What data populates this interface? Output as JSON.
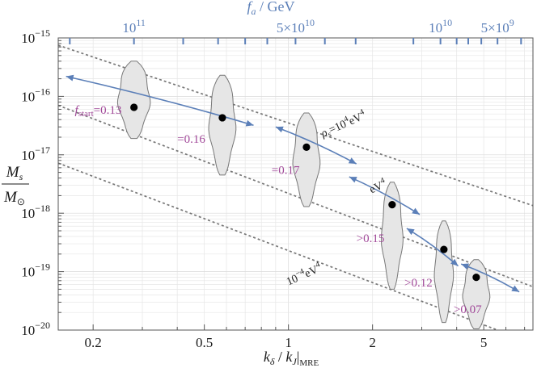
{
  "chart_data": {
    "type": "scatter",
    "x_scale": "log",
    "y_scale": "log",
    "xlim": [
      0.15,
      7.5
    ],
    "ylim": [
      1e-20,
      1e-15
    ],
    "grid": true,
    "xlabel": "kδ / kJ|MRE",
    "xlabel_parts": {
      "main": "k",
      "sub1": "δ",
      "slash": " / ",
      "k2": "k",
      "sub2": "J",
      "bar": "|",
      "sub3": "MRE"
    },
    "ylabel_parts": {
      "numer": "M",
      "numer_sub": "s",
      "denom": "M",
      "denom_sub": "⊙"
    },
    "top_axis_title": "fa / GeV",
    "top_axis_title_parts": {
      "f": "f",
      "sub": "a",
      "unit": " / GeV"
    },
    "x_ticks": [
      {
        "value": 0.2,
        "label": "0.2"
      },
      {
        "value": 0.5,
        "label": "0.5"
      },
      {
        "value": 1,
        "label": "1"
      },
      {
        "value": 2,
        "label": "2"
      },
      {
        "value": 5,
        "label": "5"
      }
    ],
    "y_ticks": [
      {
        "value": 1e-20,
        "base": "10",
        "exp": "−20"
      },
      {
        "value": 1e-19,
        "base": "10",
        "exp": "−19"
      },
      {
        "value": 1e-18,
        "base": "10",
        "exp": "−18"
      },
      {
        "value": 1e-17,
        "base": "10",
        "exp": "−17"
      },
      {
        "value": 1e-16,
        "base": "10",
        "exp": "−16"
      },
      {
        "value": 1e-15,
        "base": "10",
        "exp": "−15"
      }
    ],
    "top_tick_marks_x": [
      0.165,
      0.28,
      0.42,
      0.56,
      0.7,
      0.84,
      1.06,
      1.35,
      1.74,
      2.8,
      3.5,
      4.0,
      4.4,
      4.9,
      5.6,
      6.8
    ],
    "top_tick_labels": [
      {
        "x": 0.28,
        "base": "10",
        "exp": "11",
        "text": ""
      },
      {
        "x": 1.06,
        "base": "",
        "exp": "10",
        "text": "5×10"
      },
      {
        "x": 3.5,
        "base": "10",
        "exp": "10",
        "text": ""
      },
      {
        "x": 5.6,
        "base": "",
        "exp": "9",
        "text": "5×10"
      }
    ],
    "points": [
      {
        "x": 0.28,
        "y": 6.5e-17
      },
      {
        "x": 0.58,
        "y": 4.3e-17
      },
      {
        "x": 1.16,
        "y": 1.35e-17
      },
      {
        "x": 2.35,
        "y": 1.4e-18
      },
      {
        "x": 3.6,
        "y": 2.4e-19
      },
      {
        "x": 4.7,
        "y": 8e-20
      }
    ],
    "violins": [
      {
        "x": 0.28,
        "y_min": 1.9e-17,
        "y_max": 4e-16,
        "max_half_width_log": 0.06
      },
      {
        "x": 0.58,
        "y_min": 4.5e-18,
        "y_max": 2.3e-16,
        "max_half_width_log": 0.05
      },
      {
        "x": 1.16,
        "y_min": 1.3e-18,
        "y_max": 5.2e-17,
        "max_half_width_log": 0.05
      },
      {
        "x": 2.35,
        "y_min": 5e-20,
        "y_max": 3.4e-18,
        "max_half_width_log": 0.04
      },
      {
        "x": 3.6,
        "y_min": 1.35e-20,
        "y_max": 7.4e-19,
        "max_half_width_log": 0.035
      },
      {
        "x": 4.7,
        "y_min": 1.05e-20,
        "y_max": 1.6e-19,
        "max_half_width_log": 0.05
      }
    ],
    "arrow_segments": [
      {
        "from": [
          0.16,
          2.2e-16
        ],
        "to": [
          0.75,
          3.2e-17
        ]
      },
      {
        "from": [
          0.9,
          3e-17
        ],
        "to": [
          1.75,
          7e-18
        ]
      },
      {
        "from": [
          1.65,
          4.2e-18
        ],
        "to": [
          2.95,
          9.5e-19
        ]
      },
      {
        "from": [
          2.65,
          5.5e-19
        ],
        "to": [
          4.05,
          1.25e-19
        ]
      },
      {
        "from": [
          4.15,
          1.35e-19
        ],
        "to": [
          6.7,
          4.5e-20
        ]
      }
    ],
    "dashed_lines": [
      {
        "x": [
          0.15,
          7.5
        ],
        "y": [
          7.5e-16,
          1.35e-18
        ]
      },
      {
        "x": [
          0.15,
          7.5
        ],
        "y": [
          7e-17,
          5.5e-20
        ]
      },
      {
        "x": [
          0.15,
          5.6
        ],
        "y": [
          7.2e-18,
          1e-20
        ]
      }
    ],
    "annotations": [
      {
        "text": "f",
        "sub": "start",
        "tail": "=0.13",
        "x": 0.172,
        "y": 5e-17
      },
      {
        "text": "=0.16",
        "x": 0.4,
        "y": 1.6e-17
      },
      {
        "text": "=0.17",
        "x": 0.87,
        "y": 4.7e-18
      },
      {
        "text": ">0.15",
        "x": 1.75,
        "y": 3.2e-19
      },
      {
        "text": ">0.12",
        "x": 2.6,
        "y": 5.6e-20
      },
      {
        "text": ">0.07",
        "x": 3.9,
        "y": 1.95e-20
      }
    ],
    "rho_labels": [
      {
        "rho": "ρ",
        "sub": "s",
        "eq": "=10",
        "exp": "4",
        "unit": "eV",
        "unit_exp": "4",
        "x": 1.33,
        "y": 2e-17,
        "angle": -24
      },
      {
        "rho": "",
        "sub": "",
        "eq": "",
        "exp": "",
        "unit": "eV",
        "unit_exp": "4",
        "x": 1.95,
        "y": 2.6e-18,
        "angle": -24
      },
      {
        "rho": "",
        "sub": "",
        "eq": "10",
        "exp": "−4",
        "unit": "eV",
        "unit_exp": "4",
        "x": 1.0,
        "y": 5.8e-20,
        "angle": -24
      }
    ],
    "colors": {
      "arrow": "#5b7fb8",
      "annotation": "#a24a9a",
      "violin_fill": "#e6e6e6",
      "violin_stroke": "#777777",
      "dashed": "#777777",
      "grid": "#e6e6e6",
      "point": "#000000"
    }
  }
}
